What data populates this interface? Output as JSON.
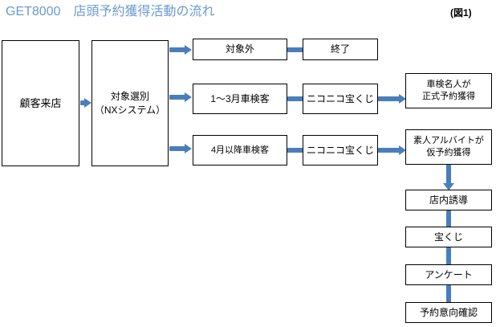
{
  "header": {
    "title": "GET8000　店頭予約獲得活動の流れ",
    "figure_label": "(図1)",
    "title_color": "#6A9BD1",
    "figure_label_color": "#000000"
  },
  "diagram": {
    "type": "flowchart",
    "arrow_color": "#4A7EBB",
    "box_border_color": "#000000",
    "box_fill_color": "#FFFFFF",
    "nodes": [
      {
        "id": "customer-visit",
        "label": "顧客来店",
        "lines": [
          "顧客来店"
        ]
      },
      {
        "id": "target-selection",
        "label": "対象選別（NXシステム）",
        "lines": [
          "対象選別",
          "（NXシステム）"
        ]
      },
      {
        "id": "out-of-scope",
        "label": "対象外",
        "lines": [
          "対象外"
        ]
      },
      {
        "id": "end",
        "label": "終了",
        "lines": [
          "終了"
        ]
      },
      {
        "id": "inspection-jan-mar",
        "label": "1〜3月車検客",
        "lines": [
          "1～3月車検客"
        ]
      },
      {
        "id": "lottery-upper",
        "label": "ニコニコ宝くじ",
        "lines": [
          "ニコニコ宝くじ"
        ]
      },
      {
        "id": "expert-formal-booking",
        "label": "車検名人が正式予約獲得",
        "lines": [
          "車検名人が",
          "正式予約獲得"
        ]
      },
      {
        "id": "inspection-apr-on",
        "label": "4月以降車検客",
        "lines": [
          "4月以降車検客"
        ]
      },
      {
        "id": "lottery-lower",
        "label": "ニコニコ宝くじ",
        "lines": [
          "ニコニコ宝くじ"
        ]
      },
      {
        "id": "parttime-temp-booking",
        "label": "素人アルバイトが仮予約獲得",
        "lines": [
          "素人アルバイトが",
          "仮予約獲得"
        ]
      },
      {
        "id": "in-store-guidance",
        "label": "店内誘導",
        "lines": [
          "店内誘導"
        ]
      },
      {
        "id": "lottery-final",
        "label": "宝くじ",
        "lines": [
          "宝くじ"
        ]
      },
      {
        "id": "questionnaire",
        "label": "アンケート",
        "lines": [
          "アンケート"
        ]
      },
      {
        "id": "booking-intent-check",
        "label": "予約意向確認",
        "lines": [
          "予約意向確認"
        ]
      }
    ],
    "edges": [
      {
        "from": "customer-visit",
        "to": "target-selection",
        "direction": "right"
      },
      {
        "from": "target-selection",
        "to": "out-of-scope",
        "direction": "right"
      },
      {
        "from": "out-of-scope",
        "to": "end",
        "direction": "right"
      },
      {
        "from": "target-selection",
        "to": "inspection-jan-mar",
        "direction": "right"
      },
      {
        "from": "inspection-jan-mar",
        "to": "lottery-upper",
        "direction": "right"
      },
      {
        "from": "lottery-upper",
        "to": "expert-formal-booking",
        "direction": "right"
      },
      {
        "from": "target-selection",
        "to": "inspection-apr-on",
        "direction": "right"
      },
      {
        "from": "inspection-apr-on",
        "to": "lottery-lower",
        "direction": "right"
      },
      {
        "from": "lottery-lower",
        "to": "parttime-temp-booking",
        "direction": "right"
      },
      {
        "from": "parttime-temp-booking",
        "to": "in-store-guidance",
        "direction": "down"
      },
      {
        "from": "in-store-guidance",
        "to": "lottery-final",
        "direction": "down"
      },
      {
        "from": "lottery-final",
        "to": "questionnaire",
        "direction": "down"
      },
      {
        "from": "questionnaire",
        "to": "booking-intent-check",
        "direction": "down"
      }
    ]
  }
}
